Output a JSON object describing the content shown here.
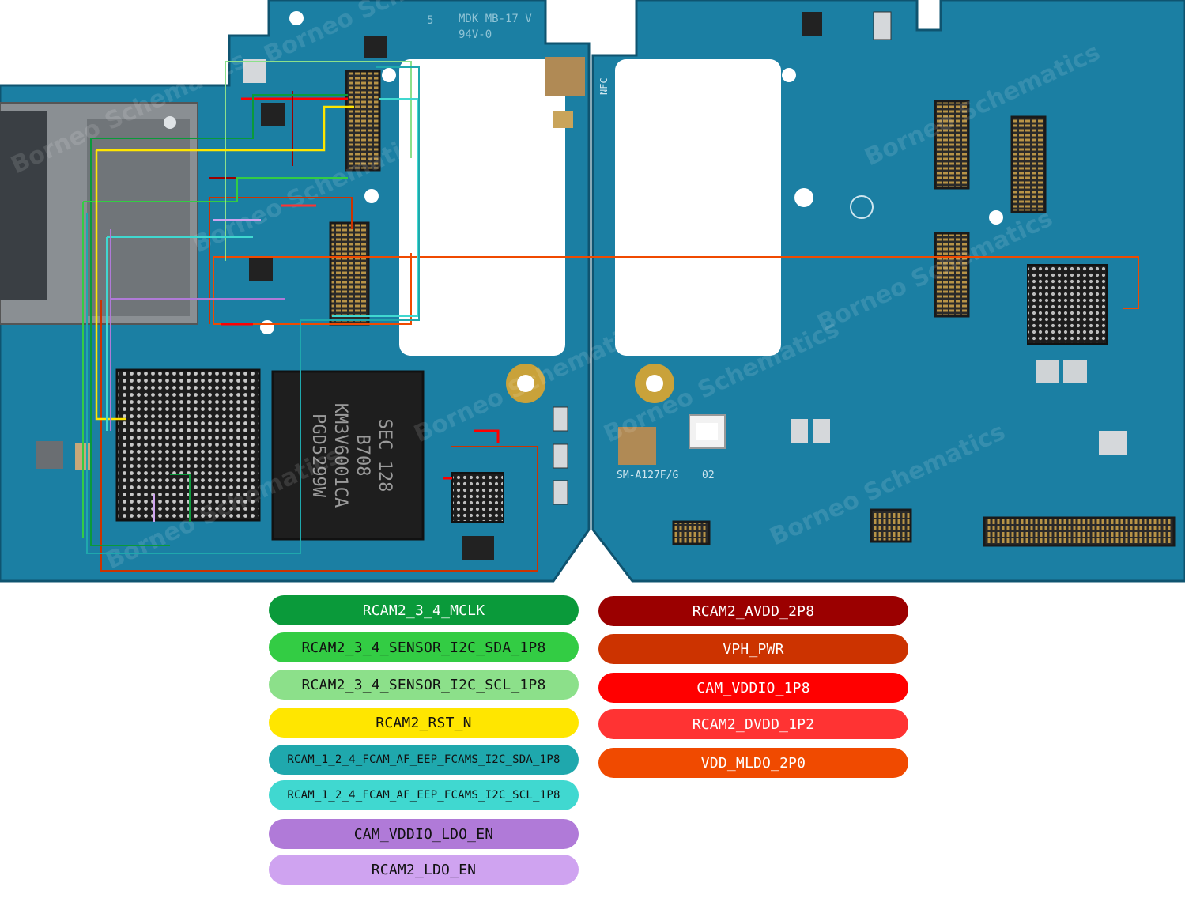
{
  "board": {
    "left_silk": [
      "5",
      "MDK MB-17 V",
      "94V-0"
    ],
    "nfc_label": "NFC",
    "soc_marking": [
      "SEC 128",
      "B708",
      "KM3V6001CA",
      "PGD5299W"
    ],
    "model_label": "SM-A127F/G",
    "rev_label": "02",
    "watermark": "Borneo Schematics",
    "colors": {
      "pcb": "#1b7fa3",
      "pcb_dark": "#145f80",
      "pcb_light": "#2a93b8",
      "bga": "#1d1d1d",
      "shield": "#e8eef2",
      "gold": "#c9a23a"
    }
  },
  "legend": {
    "left": [
      {
        "label": "RCAM2_3_4_MCLK",
        "color": "#0a9a3a",
        "text": "light",
        "size": "normal"
      },
      {
        "label": "RCAM2_3_4_SENSOR_I2C_SDA_1P8",
        "color": "#33cc44",
        "text": "dark",
        "size": "normal"
      },
      {
        "label": "RCAM2_3_4_SENSOR_I2C_SCL_1P8",
        "color": "#8ce08a",
        "text": "dark",
        "size": "normal"
      },
      {
        "label": "RCAM2_RST_N",
        "color": "#ffe600",
        "text": "dark",
        "size": "normal"
      },
      {
        "label": "RCAM_1_2_4_FCAM_AF_EEP_FCAMS_I2C_SDA_1P8",
        "color": "#1fa8ad",
        "text": "dark",
        "size": "small"
      },
      {
        "label": "RCAM_1_2_4_FCAM_AF_EEP_FCAMS_I2C_SCL_1P8",
        "color": "#40d8d0",
        "text": "dark",
        "size": "small"
      },
      {
        "label": "CAM_VDDIO_LDO_EN",
        "color": "#b07ad8",
        "text": "dark",
        "size": "normal"
      },
      {
        "label": "RCAM2_LDO_EN",
        "color": "#cfa3f0",
        "text": "dark",
        "size": "normal"
      }
    ],
    "right": [
      {
        "label": "RCAM2_AVDD_2P8",
        "color": "#9b0000",
        "text": "light",
        "size": "normal"
      },
      {
        "label": "VPH_PWR",
        "color": "#cc3300",
        "text": "light",
        "size": "normal"
      },
      {
        "label": "CAM_VDDIO_1P8",
        "color": "#ff0000",
        "text": "light",
        "size": "normal"
      },
      {
        "label": "RCAM2_DVDD_1P2",
        "color": "#ff3333",
        "text": "light",
        "size": "normal"
      },
      {
        "label": "VDD_MLDO_2P0",
        "color": "#f04a00",
        "text": "light",
        "size": "normal"
      }
    ]
  }
}
